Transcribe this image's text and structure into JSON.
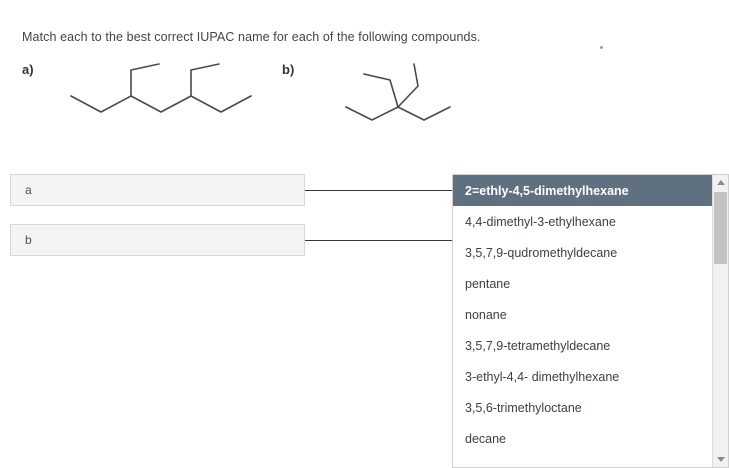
{
  "question": {
    "prompt": "Match each to the best correct IUPAC name for each of the following compounds."
  },
  "compounds": [
    {
      "label": "a)",
      "name": "compound-a",
      "description": "zigzag carbon chain with two ethyl branches pointing upward"
    },
    {
      "label": "b)",
      "name": "compound-b",
      "description": "central quaternary carbon with four alkyl branches"
    }
  ],
  "matching": {
    "answer_slots": [
      {
        "value": "a",
        "name": "answer-slot-a"
      },
      {
        "value": "b",
        "name": "answer-slot-b"
      }
    ]
  },
  "dropdown": {
    "selected_index": 0,
    "options": [
      "2=ethly-4,5-dimethylhexane",
      "4,4-dimethyl-3-ethylhexane",
      "3,5,7,9-qudromethyldecane",
      "pentane",
      "nonane",
      "3,5,7,9-tetramethyldecane",
      "3-ethyl-4,4- dimethylhexane",
      "3,5,6-trimethyloctane",
      "decane"
    ],
    "scroll_up_icon": "triangle-up-icon",
    "scroll_down_icon": "triangle-down-icon"
  },
  "colors": {
    "selected_bg": "#5f7180",
    "box_bg": "#f4f4f4",
    "connector": "#2f3a41",
    "bond": "#4a4a4a"
  }
}
